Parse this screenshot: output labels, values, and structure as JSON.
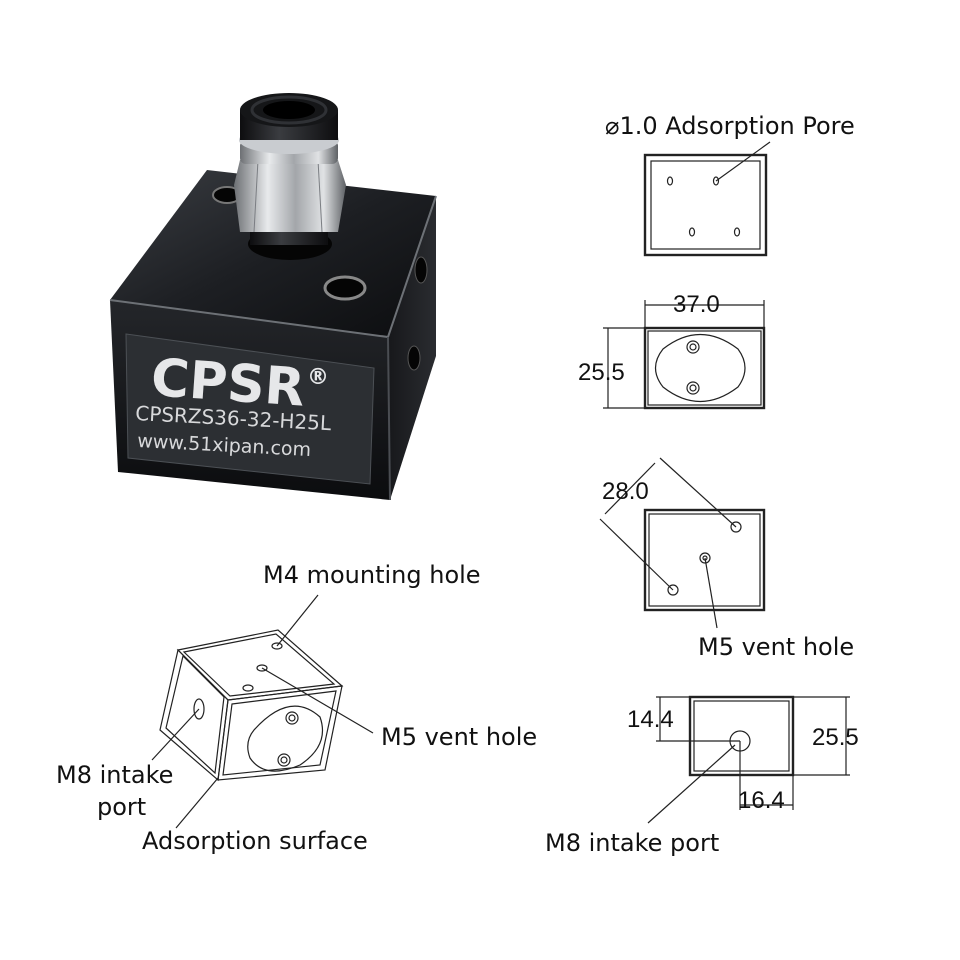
{
  "product": {
    "brand": "CPSR",
    "registered_mark": "®",
    "model": "CPSRZS36-32-H25L",
    "website": "www.51xipan.com"
  },
  "callouts": {
    "adsorption_pore": "⌀1.0 Adsorption Pore",
    "m4_mounting_hole": "M4 mounting hole",
    "m5_vent_hole_iso": "M5 vent hole",
    "m5_vent_hole_view": "M5 vent hole",
    "m8_intake_port_line1": "M8 intake",
    "m8_intake_port_line2": "port",
    "adsorption_surface": "Adsorption surface",
    "m8_intake_port_view": "M8 intake port"
  },
  "dimensions": {
    "bottom_width": "37.0",
    "bottom_height": "25.5",
    "top_diagonal": "28.0",
    "side_offset_y": "14.4",
    "side_height": "25.5",
    "side_offset_x": "16.4"
  },
  "colors": {
    "block_dark": "#16181b",
    "block_edge": "#5a5e64",
    "line": "#222222",
    "fitting_steel": "#b9bcc0"
  }
}
